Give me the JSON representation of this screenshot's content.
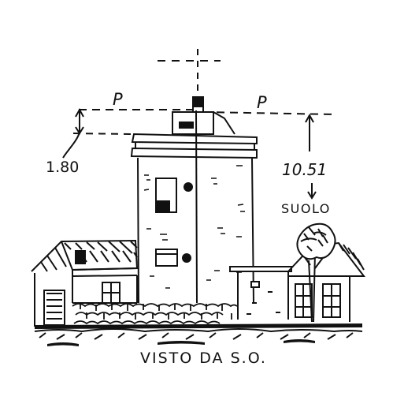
{
  "drawing": {
    "elevation_label_left": "1.80",
    "elevation_label_right": "10.51",
    "ground_label": "SUOLO",
    "plane_label_left": "P",
    "plane_label_right": "P",
    "caption": "VISTO DA S.O."
  },
  "colors": {
    "ink": "#111111",
    "paper": "#ffffff"
  }
}
